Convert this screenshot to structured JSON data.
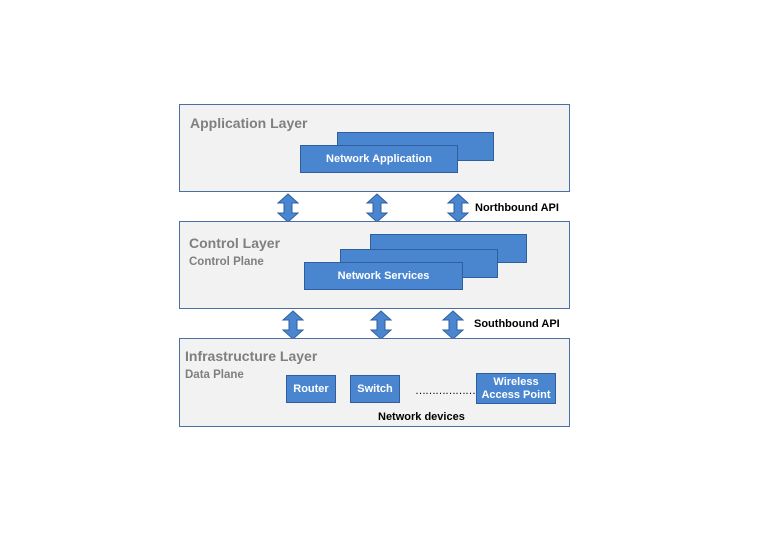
{
  "application_layer": {
    "title": "Application Layer",
    "boxes": [
      "Network Application"
    ]
  },
  "control_layer": {
    "title": "Control Layer",
    "subtitle": "Control Plane",
    "boxes": [
      "Network Services"
    ]
  },
  "infrastructure_layer": {
    "title": "Infrastructure Layer",
    "subtitle": "Data Plane",
    "devices": [
      "Router",
      "Switch",
      "Wireless Access Point"
    ],
    "ellipsis": "……………….",
    "caption": "Network devices"
  },
  "apis": {
    "northbound": "Northbound API",
    "southbound": "Southbound API"
  },
  "colors": {
    "layer_fill": "#f2f2f2",
    "layer_border": "#4a6fa5",
    "box_fill": "#4a86d0",
    "box_border": "#2f5f9e",
    "arrow_fill": "#4a86d0",
    "title_text": "#7f7f7f"
  }
}
